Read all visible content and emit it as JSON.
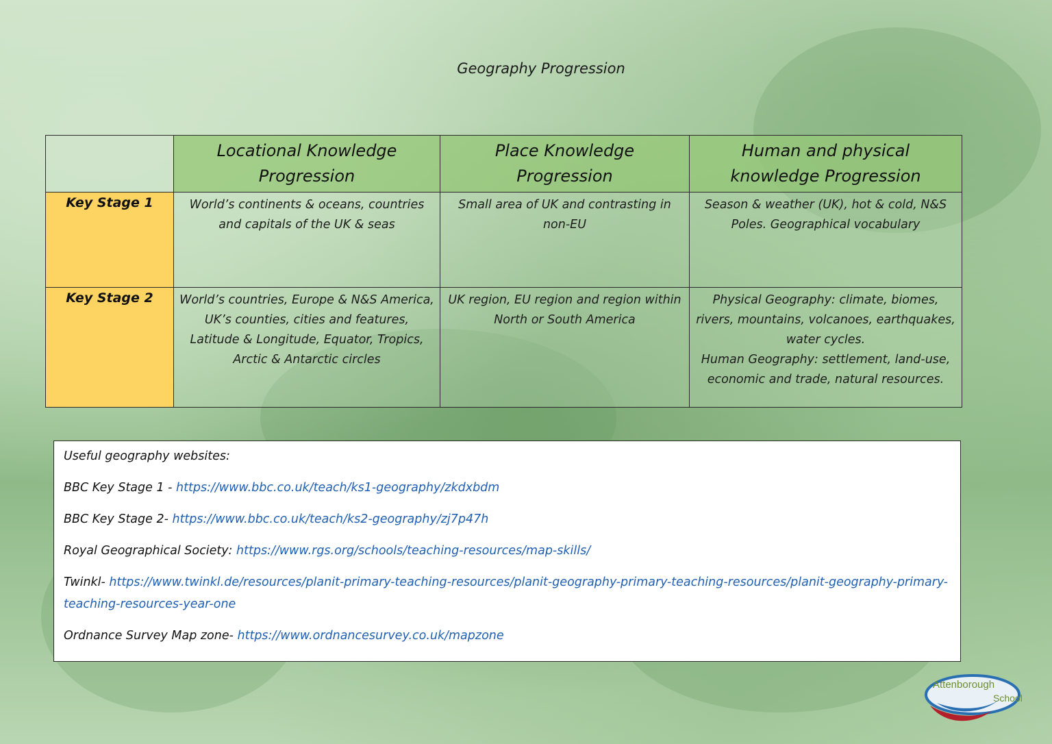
{
  "title": "Geography Progression",
  "table": {
    "headers": [
      "Locational Knowledge Progression",
      "Place Knowledge Progression",
      "Human and physical knowledge Progression"
    ],
    "rows": [
      {
        "stage": "Key Stage 1",
        "cells": [
          "World’s continents & oceans, countries and capitals of the UK & seas",
          "Small area of UK and contrasting in non-EU",
          "Season & weather (UK), hot & cold, N&S Poles. Geographical vocabulary"
        ]
      },
      {
        "stage": "Key Stage 2",
        "cells": [
          "World’s countries, Europe & N&S America, UK’s counties, cities and features, Latitude & Longitude, Equator, Tropics, Arctic & Antarctic circles",
          "UK region, EU region and region within North or South America",
          "Physical Geography: climate, biomes, rivers, mountains, volcanoes, earthquakes, water cycles.",
          "Human Geography: settlement, land-use, economic and trade, natural resources."
        ]
      }
    ]
  },
  "websites": {
    "heading": "Useful geography websites:",
    "items": [
      {
        "label": "BBC Key Stage 1 - ",
        "url": "https://www.bbc.co.uk/teach/ks1-geography/zkdxbdm"
      },
      {
        "label": "BBC Key Stage 2- ",
        "url": "https://www.bbc.co.uk/teach/ks2-geography/zj7p47h"
      },
      {
        "label": "Royal Geographical Society: ",
        "url": "https://www.rgs.org/schools/teaching-resources/map-skills/"
      },
      {
        "label": "Twinkl- ",
        "url": "https://www.twinkl.de/resources/planit-primary-teaching-resources/planit-geography-primary-teaching-resources/planit-geography-primary-teaching-resources-year-one"
      },
      {
        "label": "Ordnance Survey Map zone- ",
        "url": "https://www.ordnancesurvey.co.uk/mapzone"
      }
    ]
  },
  "logo": {
    "line1": "Attenborough",
    "line2": "School"
  },
  "colors": {
    "header_green": "#96c878",
    "stage_yellow": "#fdd462",
    "link_blue": "#1f5fb2"
  }
}
